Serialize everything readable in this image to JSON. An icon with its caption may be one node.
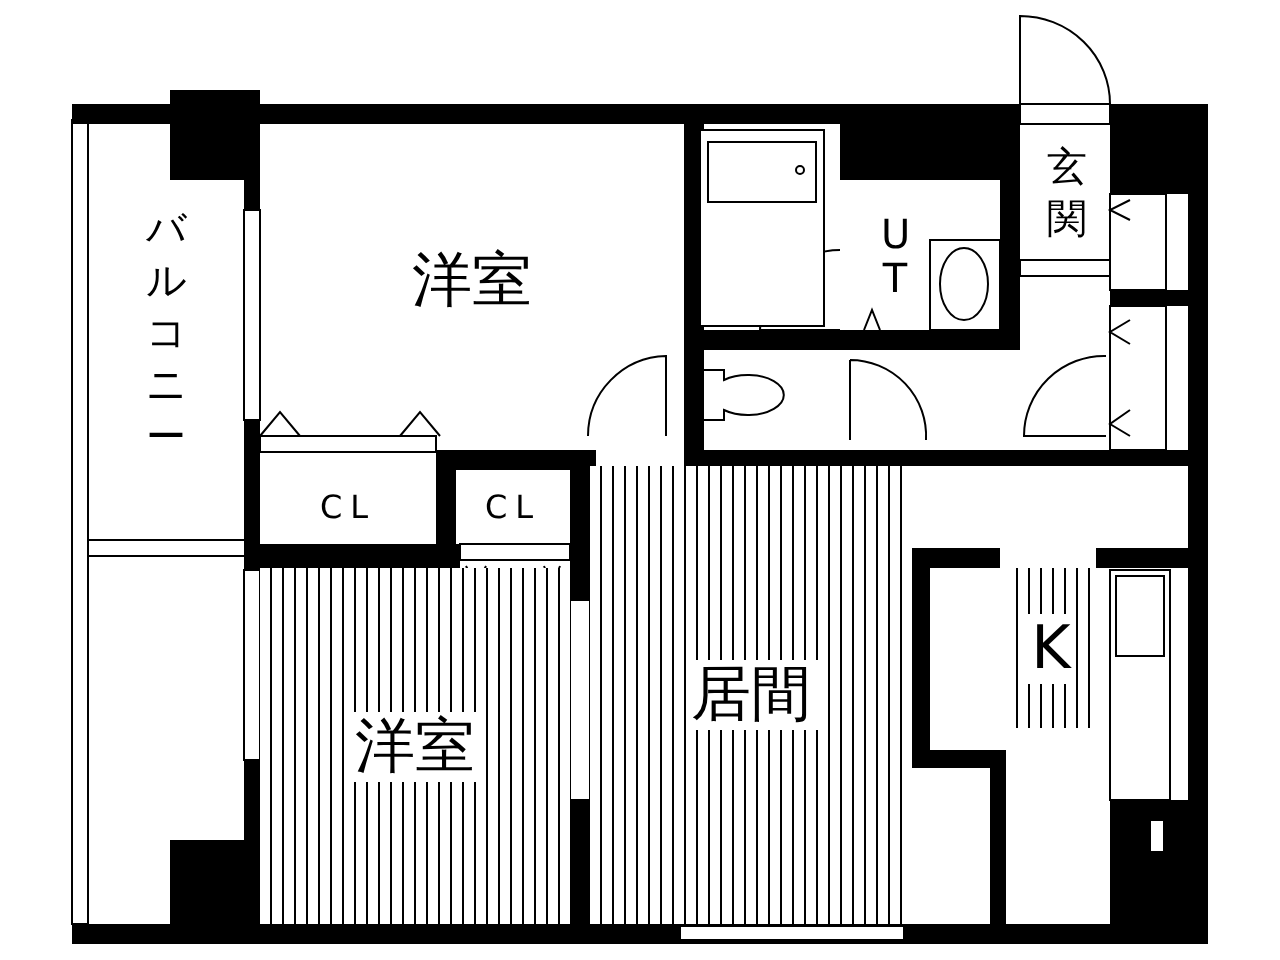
{
  "diagram": {
    "nodes": [
      {
        "text": [
          "バルコニー"
        ]
      },
      {
        "text": [
          "洋室"
        ]
      },
      {
        "text": [
          "UT"
        ]
      },
      {
        "text": [
          "玄関"
        ]
      },
      {
        "text": [
          "CL"
        ]
      },
      {
        "text": [
          "CL"
        ]
      },
      {
        "text": [
          "洋室"
        ]
      },
      {
        "text": [
          "居間"
        ]
      },
      {
        "text": [
          "K"
        ]
      }
    ]
  }
}
